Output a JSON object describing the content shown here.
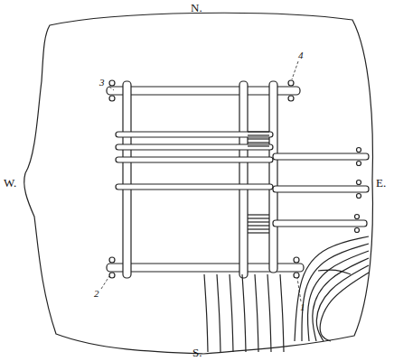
{
  "diagram": {
    "labels": [
      "N.",
      "W.",
      "E.",
      "S.",
      "3",
      "4",
      "2",
      "1"
    ]
  }
}
